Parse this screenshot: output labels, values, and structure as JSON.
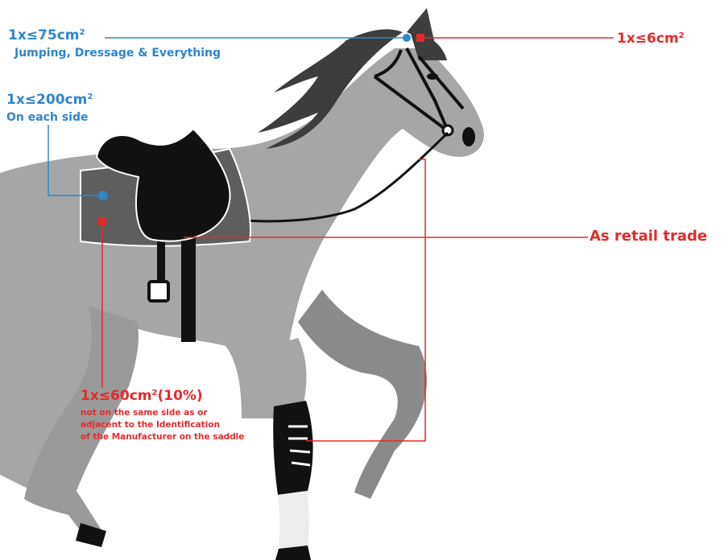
{
  "labels": {
    "helmet": {
      "main": "1x≤75cm",
      "sup": "2",
      "sub": "Jumping, Dressage & Everything"
    },
    "saddle_pad": {
      "main": "1x≤200cm",
      "sup": "2",
      "sub": "On each side"
    },
    "ear": {
      "main": "1x≤6cm",
      "sup": "2"
    },
    "retail": {
      "main": "As retail trade"
    },
    "saddle_cloth": {
      "main": "1x≤60cm",
      "sup": "2",
      "tail": "(10%)",
      "lines": [
        "not on the same side as or",
        "adjacent to the Identification",
        "of the Manufacturer on the saddle"
      ]
    }
  },
  "colors": {
    "blue": "#2f86c9",
    "red": "#e32b2b",
    "horse": "#a6a6a6",
    "horse_dark": "#8a8a8a",
    "mane": "#3d3d3d",
    "tack": "#111111",
    "pad": "#5e5e5e",
    "bandage": "#ececec"
  }
}
